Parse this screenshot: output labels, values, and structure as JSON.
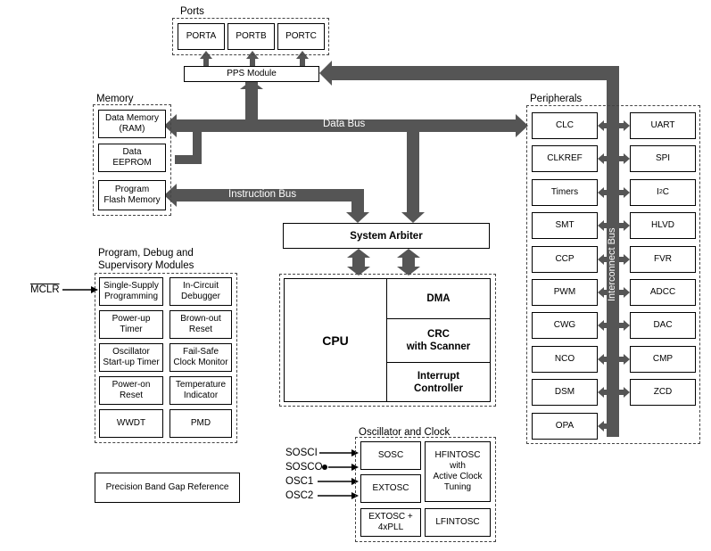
{
  "groups": {
    "ports": "Ports",
    "memory": "Memory",
    "peripherals": "Peripherals",
    "program_debug": "Program, Debug and\nSupervisory Modules",
    "oscillator": "Oscillator and Clock"
  },
  "ports": [
    "PORTA",
    "PORTB",
    "PORTC"
  ],
  "pps": "PPS Module",
  "memory": {
    "data_ram": "Data Memory\n(RAM)",
    "eeprom": "Data\nEEPROM",
    "flash": "Program\nFlash Memory"
  },
  "buses": {
    "data": "Data Bus",
    "instruction": "Instruction Bus",
    "interconnect": "Interconnect Bus"
  },
  "core": {
    "arbiter": "System Arbiter",
    "cpu": "CPU",
    "dma": "DMA",
    "crc": "CRC\nwith Scanner",
    "interrupt": "Interrupt\nController"
  },
  "peripherals_left": [
    "CLC",
    "CLKREF",
    "Timers",
    "SMT",
    "CCP",
    "PWM",
    "CWG",
    "NCO",
    "DSM",
    "OPA"
  ],
  "peripherals_right": [
    "UART",
    "SPI",
    "I2C",
    "HLVD",
    "FVR",
    "ADCC",
    "DAC",
    "CMP",
    "ZCD"
  ],
  "i2c": {
    "base": "I",
    "sup": "2",
    "suffix": "C"
  },
  "program_modules": [
    "Single-Supply\nProgramming",
    "In-Circuit\nDebugger",
    "Power-up\nTimer",
    "Brown-out\nReset",
    "Oscillator\nStart-up Timer",
    "Fail-Safe\nClock Monitor",
    "Power-on\nReset",
    "Temperature\nIndicator",
    "WWDT",
    "PMD"
  ],
  "mclr": "MCLR",
  "band_gap": "Precision Band Gap Reference",
  "osc_inputs": [
    "SOSCI",
    "SOSCO",
    "OSC1",
    "OSC2"
  ],
  "osc_blocks": {
    "sosc": "SOSC",
    "hfintosc": "HFINTOSC\nwith\nActive Clock\nTuning",
    "extosc": "EXTOSC",
    "extosc_pll": "EXTOSC +\n4xPLL",
    "lfintosc": "LFINTOSC"
  }
}
